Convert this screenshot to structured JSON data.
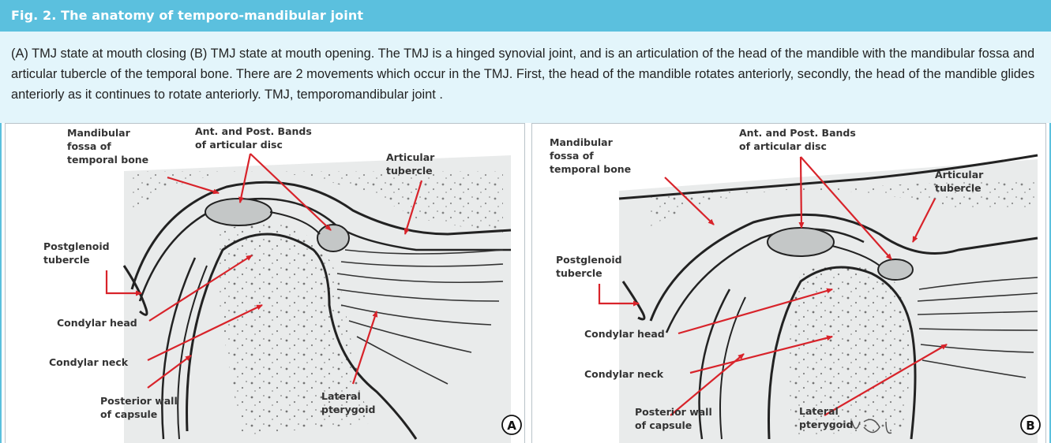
{
  "figure": {
    "title": "Fig. 2. The anatomy of temporo-mandibular joint",
    "caption": "(A) TMJ state at mouth closing (B) TMJ state at mouth opening. The TMJ is a hinged synovial joint, and is an articulation of the head of the mandible with the mandibular fossa and articular tubercle of the temporal bone. There are 2 movements which occur in the TMJ. First, the head of the mandible rotates anteriorly, secondly, the head of the mandible glides anteriorly as it continues to rotate anteriorly. TMJ, temporomandibular joint ."
  },
  "panels": [
    {
      "badge": "A",
      "labels": {
        "fossa": [
          "Mandibular",
          "fossa of",
          "temporal bone"
        ],
        "bands": [
          "Ant. and Post. Bands",
          "of articular disc"
        ],
        "tubercle": [
          "Articular",
          "tubercle"
        ],
        "postglenoid": [
          "Postglenoid",
          "tubercle"
        ],
        "condylar_head": "Condylar head",
        "condylar_neck": "Condylar neck",
        "posterior_wall": [
          "Posterior wall",
          "of capsule"
        ],
        "lateral_pterygoid": [
          "Lateral",
          "pterygoid"
        ]
      }
    },
    {
      "badge": "B",
      "labels": {
        "fossa": [
          "Mandibular",
          "fossa of",
          "temporal bone"
        ],
        "bands": [
          "Ant. and Post. Bands",
          "of articular disc"
        ],
        "tubercle": [
          "Articular",
          "tubercle"
        ],
        "postglenoid": [
          "Postglenoid",
          "tubercle"
        ],
        "condylar_head": "Condylar head",
        "condylar_neck": "Condylar neck",
        "posterior_wall": [
          "Posterior wall",
          "of capsule"
        ],
        "lateral_pterygoid": [
          "Lateral",
          "pterygoid"
        ]
      }
    }
  ],
  "colors": {
    "header": "#5bc0de",
    "caption_bg": "#e3f5fb",
    "arrow": "#d8232a"
  }
}
